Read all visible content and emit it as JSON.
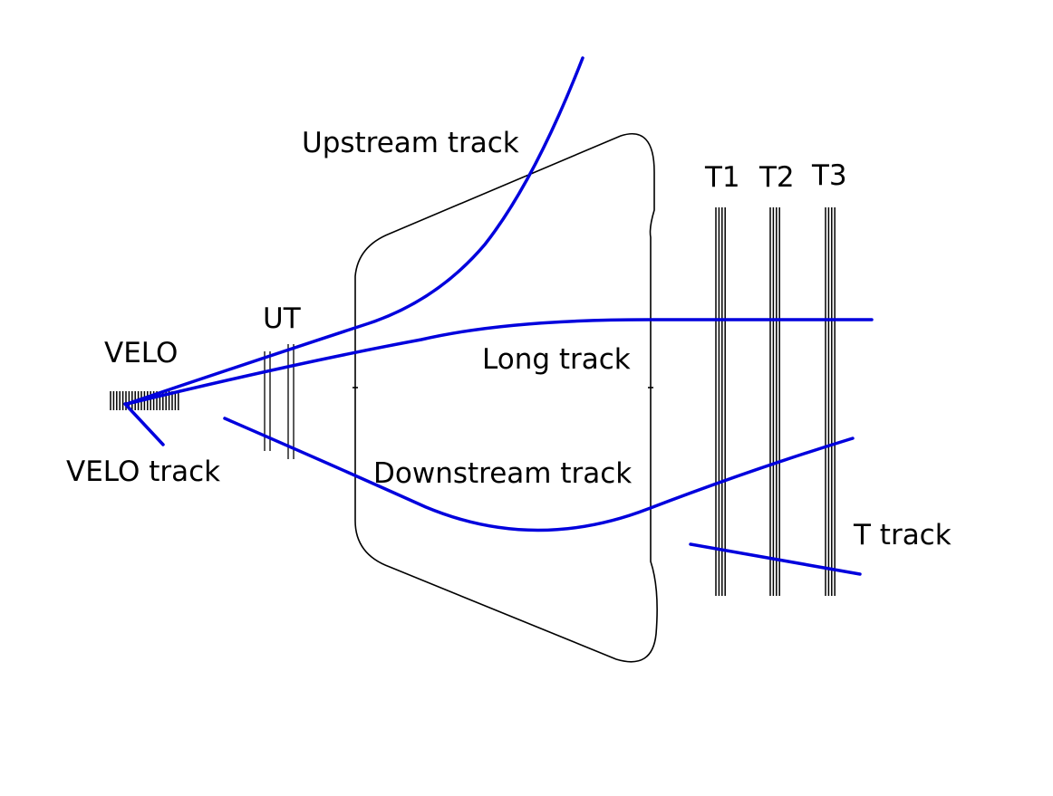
{
  "labels": {
    "velo": "VELO",
    "ut": "UT",
    "t1": "T1",
    "t2": "T2",
    "t3": "T3",
    "upstream_track": "Upstream track",
    "long_track": "Long track",
    "downstream_track": "Downstream track",
    "velo_track": "VELO track",
    "t_track": "T track"
  },
  "colors": {
    "track": "#0000dd",
    "outline": "#000000",
    "background": "#ffffff"
  }
}
